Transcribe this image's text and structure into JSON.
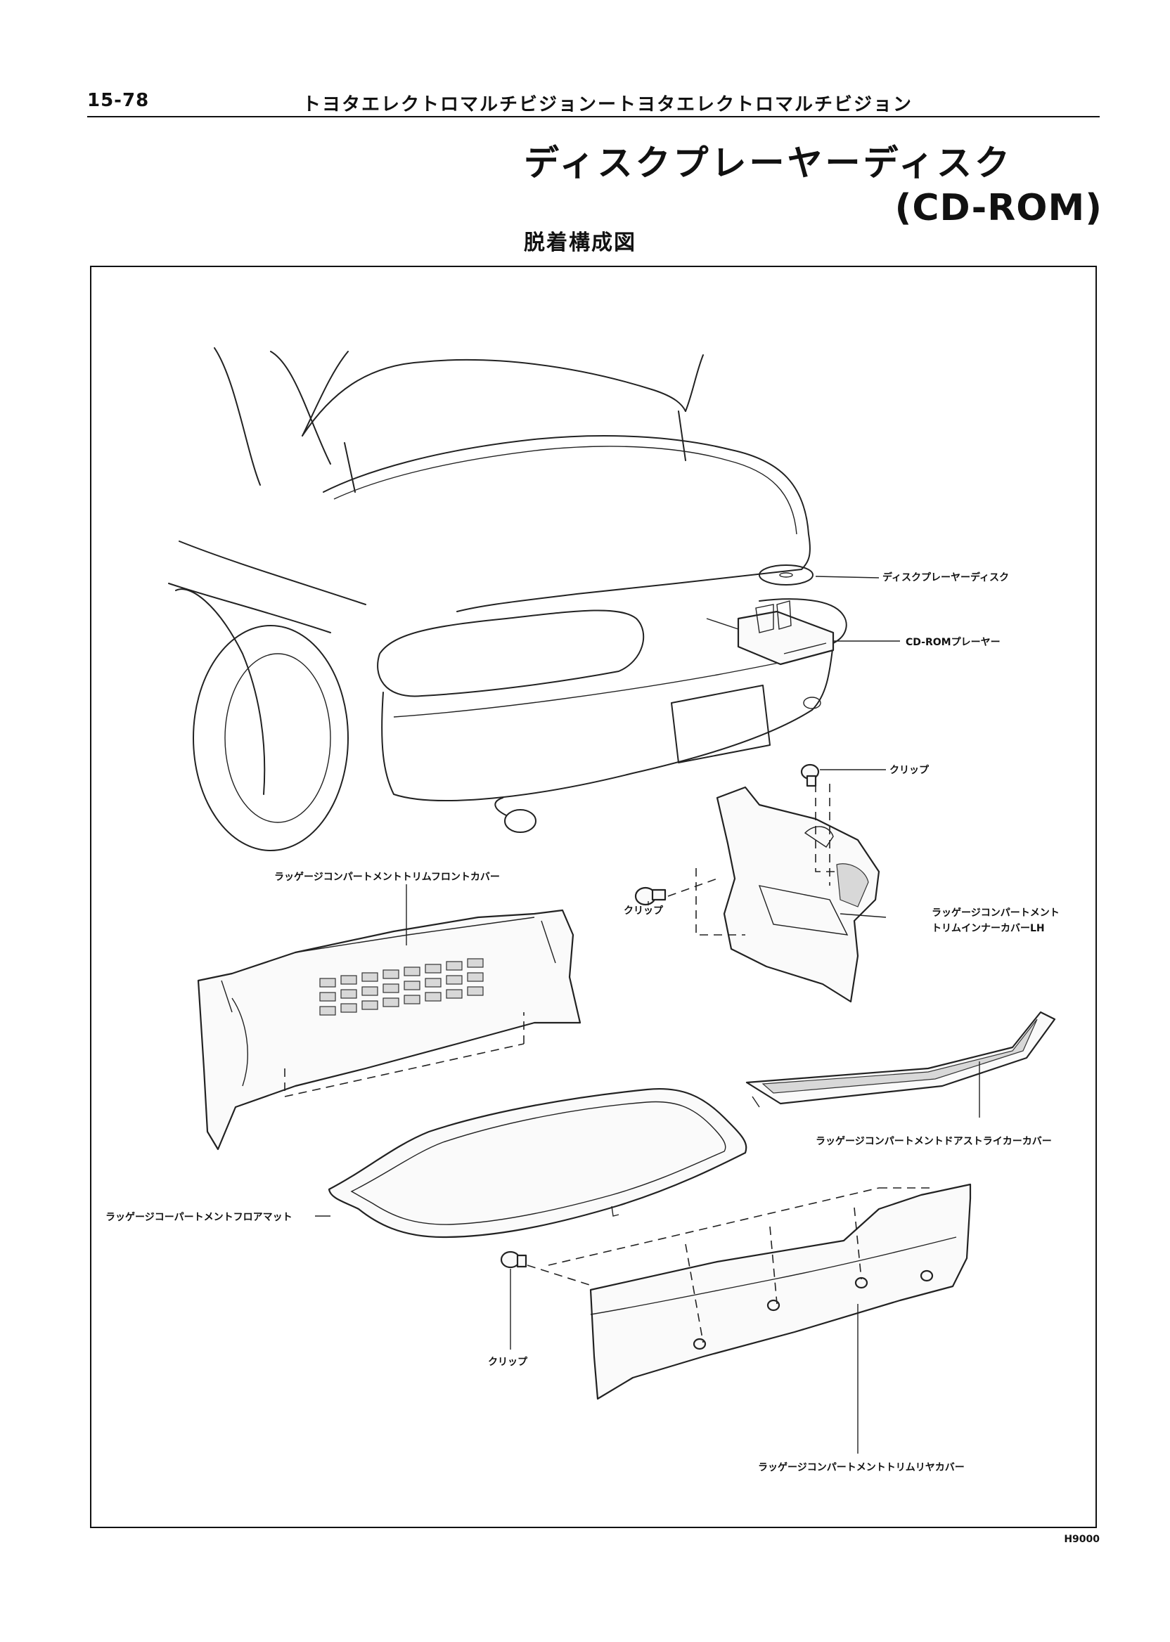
{
  "header": {
    "page_number": "15-78",
    "running_title": "トヨタエレクトロマルチビジョンートヨタエレクトロマルチビジョン"
  },
  "title": "ディスクプレーヤーディスク",
  "subtitle": "(CD-ROM)",
  "section_heading": "脱着構成図",
  "callouts": {
    "disc": "ディスクプレーヤーディスク",
    "cdrom_player": "CD-ROMプレーヤー",
    "clip_top_right": "クリップ",
    "clip_left": "クリップ",
    "clip_bottom": "クリップ",
    "front_cover": "ラッゲージコンパートメントトリムフロントカバー",
    "inner_cover_lh_line1": "ラッゲージコンパートメント",
    "inner_cover_lh_line2": "トリムインナーカバーLH",
    "striker_cover": "ラッゲージコンパートメントドアストライカーカバー",
    "floor_mat": "ラッゲージコーパートメントフロアマット",
    "rear_cover": "ラッゲージコンパートメントトリムリヤカバー"
  },
  "figure_code": "H9000",
  "colors": {
    "ink": "#111111",
    "background": "#ffffff"
  }
}
